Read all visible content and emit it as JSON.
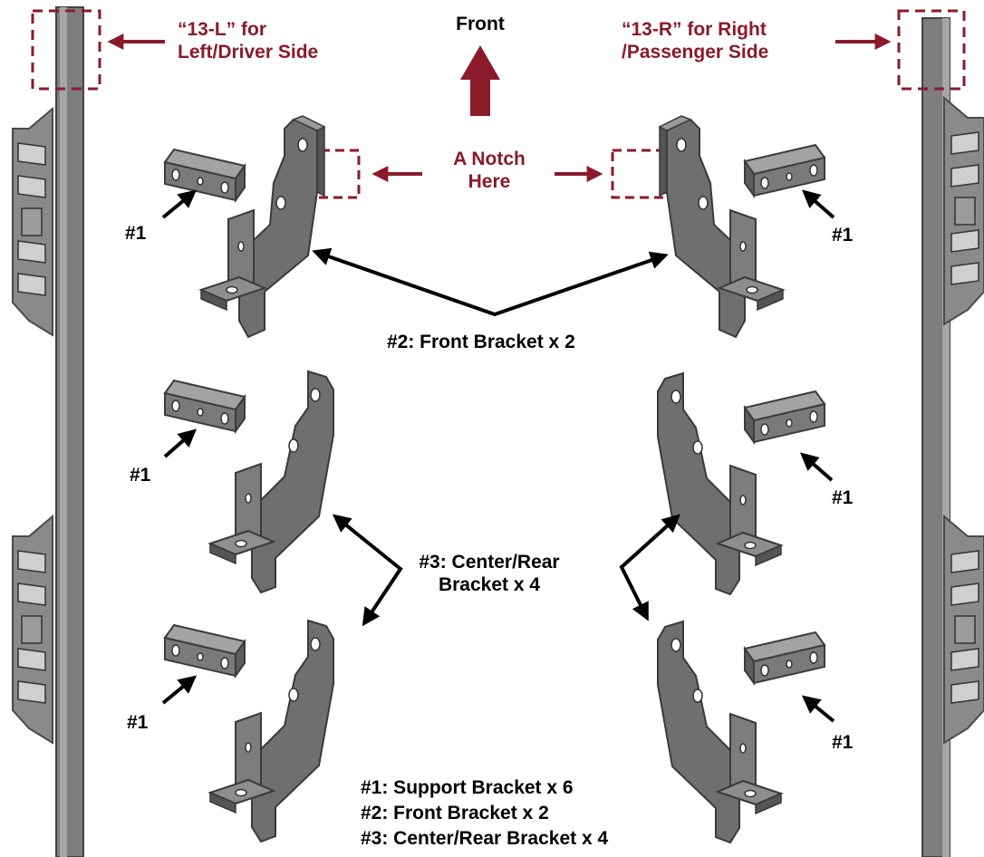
{
  "labels": {
    "front": "Front",
    "left_marker": "“13-L” for\nLeft/Driver Side",
    "right_marker": "“13-R” for Right\n/Passenger Side",
    "notch": "A Notch\nHere",
    "support_tag": "#1",
    "front_bracket": "#2: Front Bracket x 2",
    "center_rear": "#3: Center/Rear\nBracket x 4"
  },
  "legend": [
    "#1: Support Bracket x 6",
    "#2: Front Bracket x 2",
    "#3: Center/Rear Bracket x 4"
  ],
  "colors": {
    "accent_red": "#8b1a2b",
    "metal": "#6f6f6f",
    "metal_dark": "#4a4a4a",
    "metal_light": "#9a9a9a",
    "arrow_black": "#000000"
  }
}
